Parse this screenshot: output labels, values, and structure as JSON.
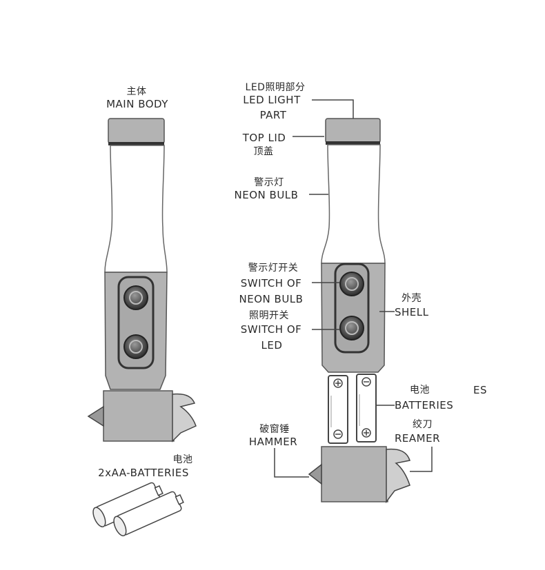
{
  "colors": {
    "body_fill": "#b3b3b3",
    "dark_band": "#333333",
    "outline": "#555555",
    "tube_fill": "#ffffff",
    "text": "#2a2a2a"
  },
  "left": {
    "main_body_zh": "主体",
    "main_body_en": "MAIN BODY",
    "batteries_zh": "电池",
    "batteries_en": "2xAA-BATTERIES"
  },
  "right": {
    "led_zh": "LED照明部分",
    "led_en_1": "LED LIGHT",
    "led_en_2": "PART",
    "top_lid_en": "TOP LID",
    "top_lid_zh": "顶盖",
    "neon_zh": "警示灯",
    "neon_en": "NEON BULB",
    "switch_neon_zh": "警示灯开关",
    "switch_neon_en_1": "SWITCH OF",
    "switch_neon_en_2": "NEON BULB",
    "switch_led_zh": "照明开关",
    "switch_led_en_1": "SWITCH OF",
    "switch_led_en_2": "LED",
    "shell_zh": "外壳",
    "shell_en": "SHELL",
    "batteries_zh": "电池",
    "batteries_en": "BATTERIES",
    "batteries_fragment": "ES",
    "reamer_zh": "绞刀",
    "reamer_en": "REAMER",
    "hammer_zh": "破窗锤",
    "hammer_en": "HAMMER"
  }
}
